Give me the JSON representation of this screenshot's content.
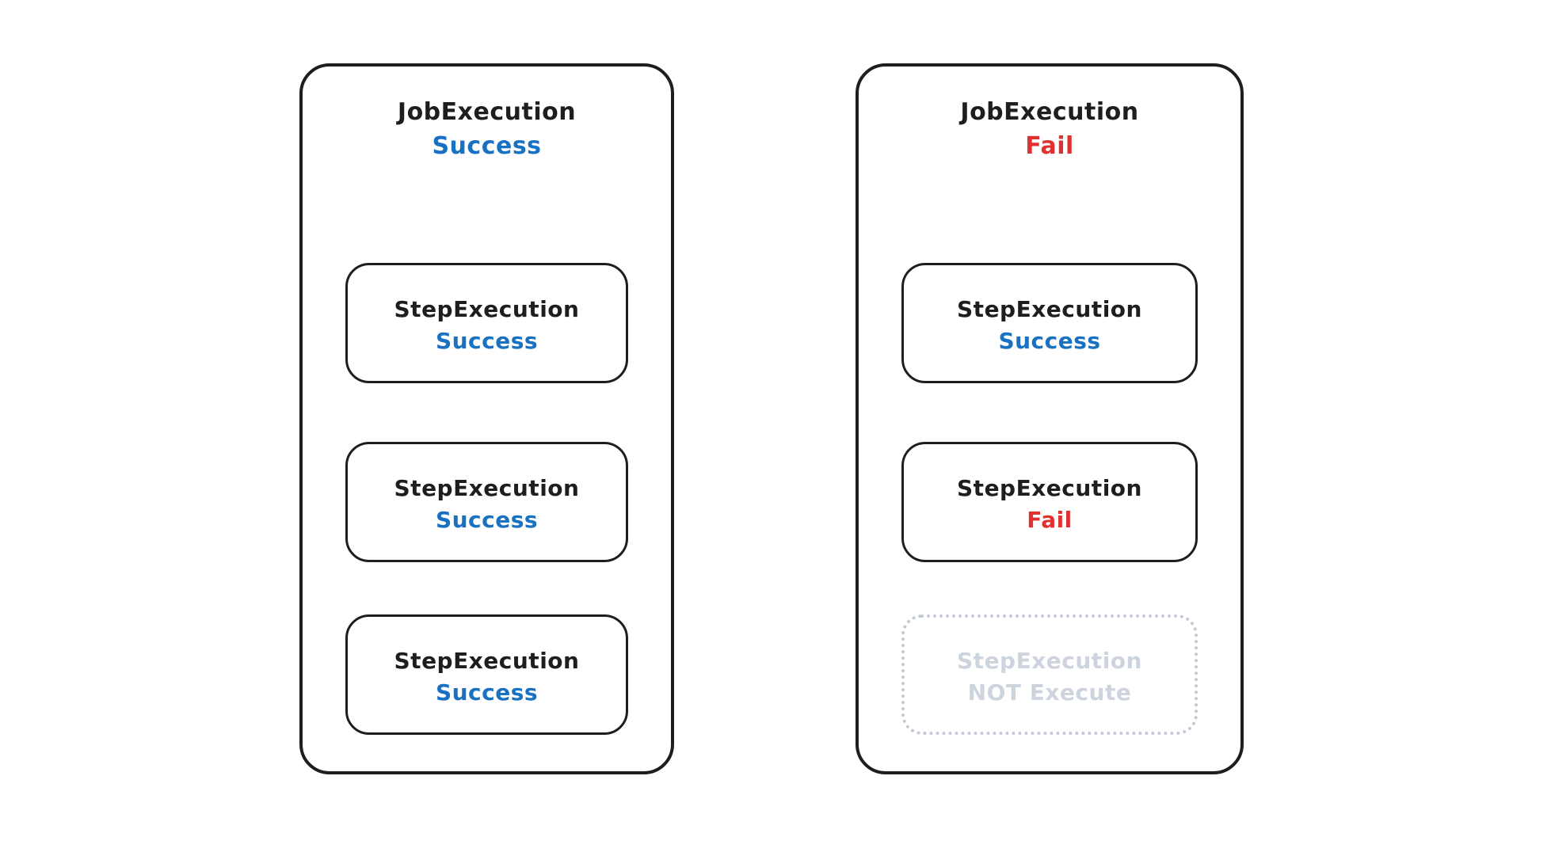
{
  "colors": {
    "ink": "#1e1e1e",
    "success": "#1971c2",
    "fail": "#e03131",
    "muted_border": "#c2c9d4",
    "muted_text": "#ced4dd"
  },
  "panels": [
    {
      "title": "JobExecution",
      "status": "Success",
      "status_type": "success",
      "steps": [
        {
          "title": "StepExecution",
          "status": "Success",
          "status_type": "success",
          "state": "executed"
        },
        {
          "title": "StepExecution",
          "status": "Success",
          "status_type": "success",
          "state": "executed"
        },
        {
          "title": "StepExecution",
          "status": "Success",
          "status_type": "success",
          "state": "executed"
        }
      ]
    },
    {
      "title": "JobExecution",
      "status": "Fail",
      "status_type": "fail",
      "steps": [
        {
          "title": "StepExecution",
          "status": "Success",
          "status_type": "success",
          "state": "executed"
        },
        {
          "title": "StepExecution",
          "status": "Fail",
          "status_type": "fail",
          "state": "executed"
        },
        {
          "title": "StepExecution",
          "status": "NOT Execute",
          "status_type": "muted",
          "state": "not-executed"
        }
      ]
    }
  ]
}
